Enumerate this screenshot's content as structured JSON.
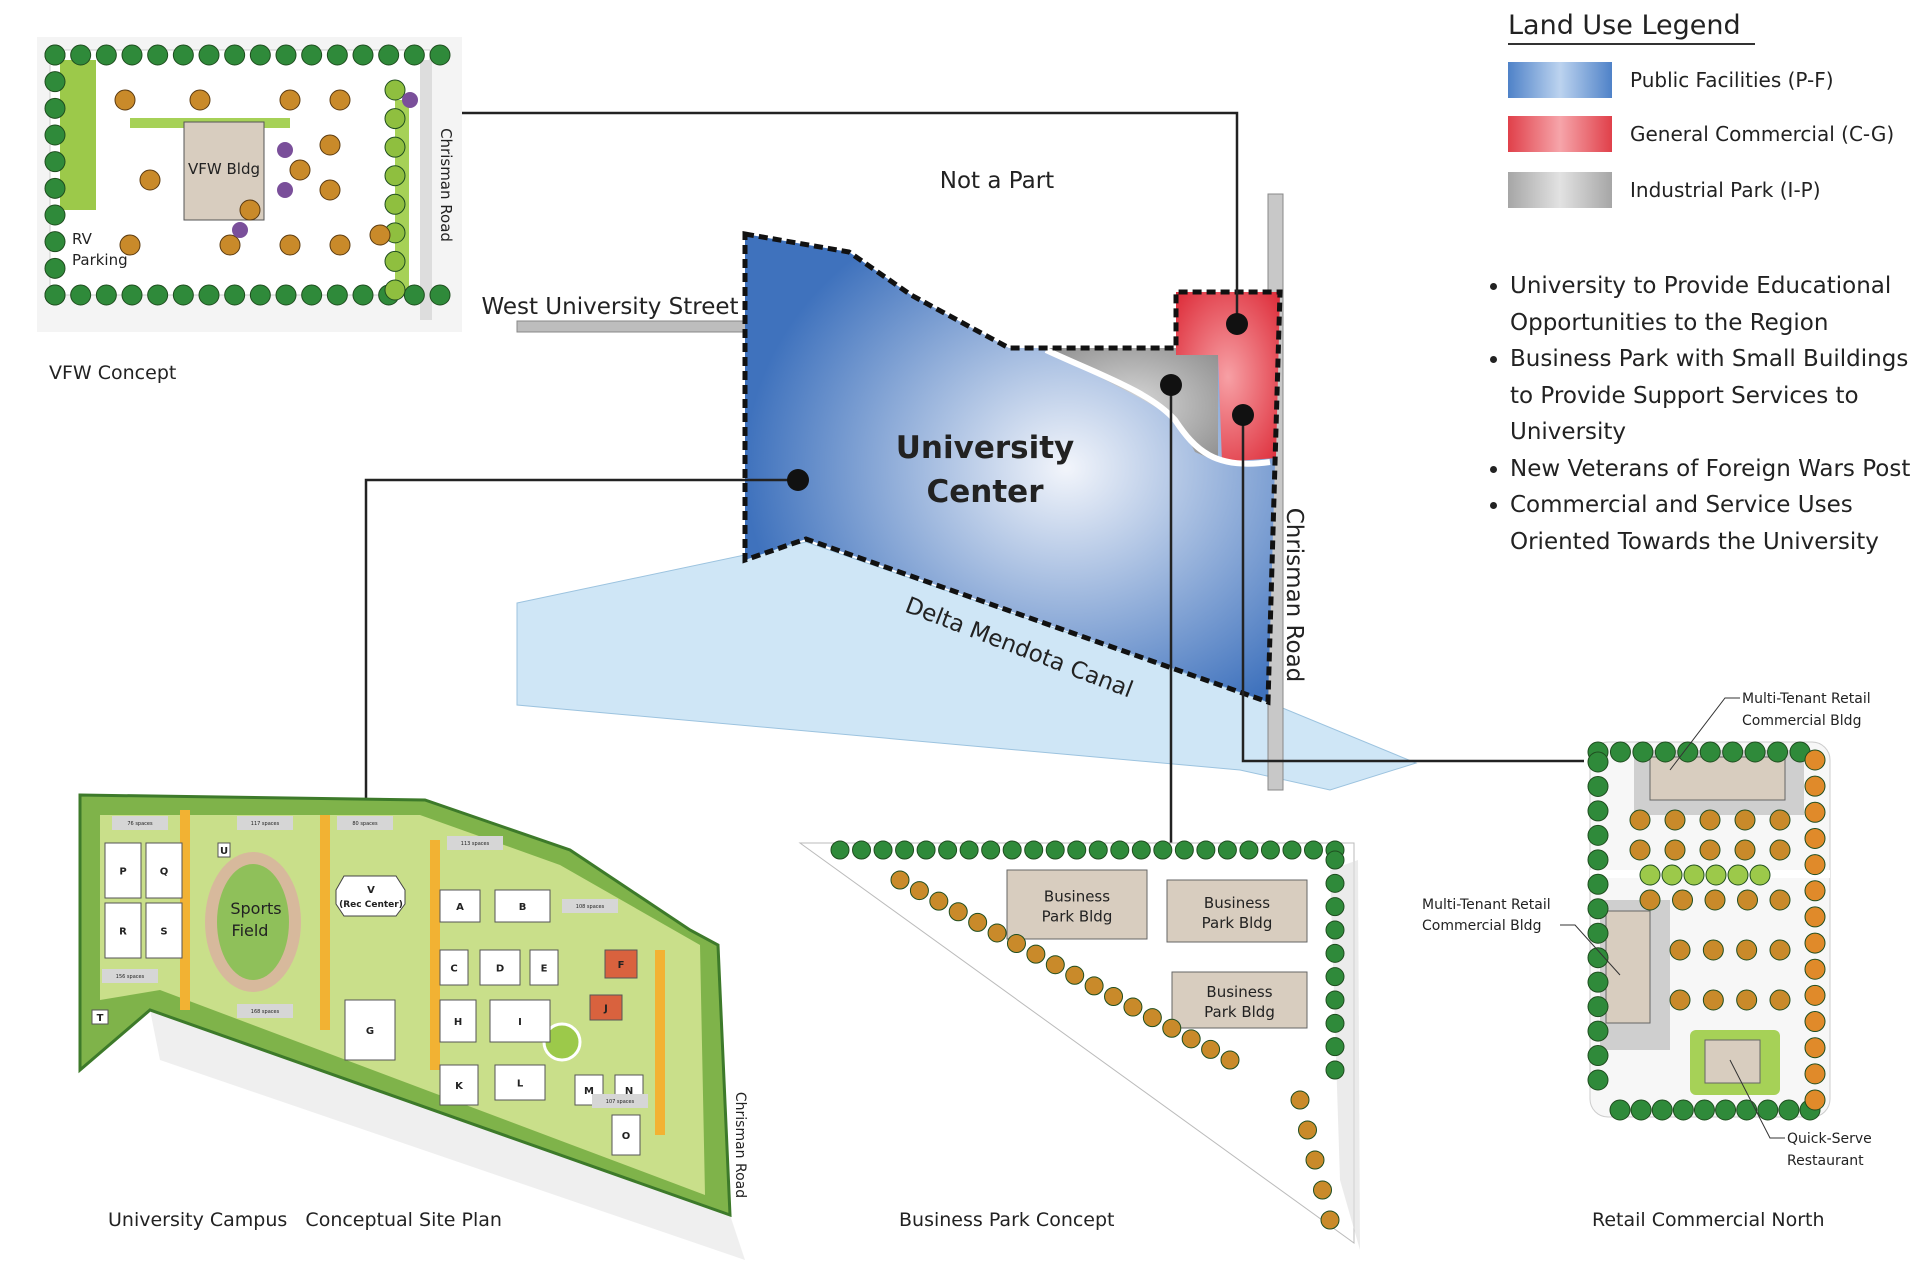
{
  "legend": {
    "title": "Land Use Legend",
    "items": [
      {
        "label": "Public Facilities (P-F)",
        "color": "#4f82c8"
      },
      {
        "label": "General Commercial (C-G)",
        "color": "#e0404a"
      },
      {
        "label": "Industrial Park (I-P)",
        "color": "#a6a6a6"
      }
    ]
  },
  "bullets": [
    "University to Provide Educational Opportunities to the Region",
    "Business Park with Small Buildings to Provide Support Services to University",
    "New Veterans of Foreign Wars Post",
    "Commercial and Service Uses Oriented Towards the University"
  ],
  "map": {
    "not_a_part": "Not a Part",
    "west_university_street": "West University Street",
    "university_center_line1": "University",
    "university_center_line2": "Center",
    "canal": "Delta Mendota Canal",
    "chrisman_road": "Chrisman Road"
  },
  "vfw": {
    "caption": "VFW Concept",
    "building": "VFW Bldg",
    "rv_line1": "RV",
    "rv_line2": "Parking",
    "road": "Chrisman Road"
  },
  "campus": {
    "caption": "University Campus   Conceptual Site Plan",
    "sports_line1": "Sports",
    "sports_line2": "Field",
    "rec_line1": "V",
    "rec_line2": "(Rec Center)",
    "road": "Chrisman Road",
    "buildings": [
      "A",
      "B",
      "C",
      "D",
      "E",
      "F",
      "G",
      "H",
      "I",
      "J",
      "K",
      "L",
      "M",
      "N",
      "O",
      "P",
      "Q",
      "R",
      "S",
      "T",
      "U"
    ],
    "parking": [
      "76 spaces",
      "117 spaces",
      "80 spaces",
      "113 spaces",
      "108 spaces",
      "156 spaces",
      "168 spaces",
      "107 spaces"
    ]
  },
  "business_park": {
    "caption": "Business Park Concept",
    "buildings": [
      {
        "line1": "Business",
        "line2": "Park Bldg"
      },
      {
        "line1": "Business",
        "line2": "Park Bldg"
      },
      {
        "line1": "Business",
        "line2": "Park Bldg"
      }
    ]
  },
  "retail": {
    "caption": "Retail Commercial North",
    "top_line1": "Multi-Tenant Retail",
    "top_line2": "Commercial Bldg",
    "left_line1": "Multi-Tenant Retail",
    "left_line2": "Commercial Bldg",
    "qsr_line1": "Quick-Serve",
    "qsr_line2": "Restaurant"
  }
}
